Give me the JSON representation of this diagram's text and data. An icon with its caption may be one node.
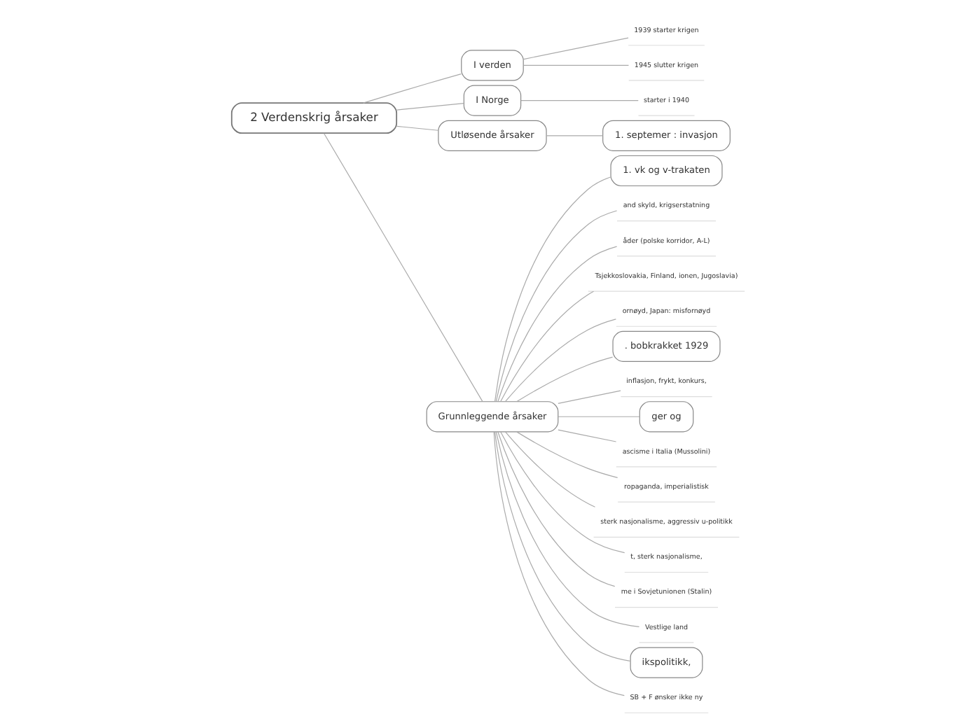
{
  "diagram": {
    "nodes": [
      {
        "text": [
          "2 Verdenskrig årsaker"
        ]
      },
      {
        "text": [
          "I verden"
        ]
      },
      {
        "text": [
          "1939 starter krigen"
        ]
      },
      {
        "text": [
          "1945 slutter krigen"
        ]
      },
      {
        "text": [
          "I Norge"
        ]
      },
      {
        "text": [
          "starter i 1940"
        ]
      },
      {
        "text": [
          "Utløsende årsaker"
        ]
      },
      {
        "text": [
          "1. septemer : invasjon"
        ]
      },
      {
        "text": [
          "Grunnleggende årsaker"
        ]
      },
      {
        "text": [
          "1. vk og v-trakaten"
        ]
      },
      {
        "text": [
          "and skyld, krigserstatning"
        ]
      },
      {
        "text": [
          "åder (polske korridor, A-L)"
        ]
      },
      {
        "text": [
          "Tsjekkoslovakia, Finland, ionen, Jugoslavia)"
        ]
      },
      {
        "text": [
          "ornøyd, Japan: misfornøyd"
        ]
      },
      {
        "text": [
          ". bobkrakket 1929"
        ]
      },
      {
        "text": [
          "inflasjon, frykt, konkurs,"
        ]
      },
      {
        "text": [
          "ger og"
        ]
      },
      {
        "text": [
          "ascisme i Italia (Mussolini)"
        ]
      },
      {
        "text": [
          "ropaganda, imperialistisk"
        ]
      },
      {
        "text": [
          "sterk nasjonalisme, aggressiv u-politikk"
        ]
      },
      {
        "text": [
          "t, sterk nasjonalisme,"
        ]
      },
      {
        "text": [
          "me i Sovjetunionen (Stalin)"
        ]
      },
      {
        "text": [
          "Vestlige land"
        ]
      },
      {
        "text": [
          "ikspolitikk,"
        ]
      },
      {
        "text": [
          "SB + F ønsker ikke ny"
        ]
      }
    ],
    "edges": [
      {
        "from": 0,
        "to": 1,
        "arrow": "none"
      },
      {
        "from": 1,
        "to": 2,
        "arrow": "none"
      },
      {
        "from": 1,
        "to": 3,
        "arrow": "none"
      },
      {
        "from": 0,
        "to": 4,
        "arrow": "none"
      },
      {
        "from": 4,
        "to": 5,
        "arrow": "none"
      },
      {
        "from": 0,
        "to": 6,
        "arrow": "none"
      },
      {
        "from": 6,
        "to": 7,
        "arrow": "none"
      },
      {
        "from": 0,
        "to": 8,
        "arrow": "none"
      },
      {
        "from": 8,
        "to": 9,
        "arrow": "none"
      },
      {
        "from": 8,
        "to": 10,
        "arrow": "none"
      },
      {
        "from": 8,
        "to": 11,
        "arrow": "none"
      },
      {
        "from": 8,
        "to": 12,
        "arrow": "none"
      },
      {
        "from": 8,
        "to": 13,
        "arrow": "none"
      },
      {
        "from": 8,
        "to": 14,
        "arrow": "none"
      },
      {
        "from": 8,
        "to": 15,
        "arrow": "none"
      },
      {
        "from": 8,
        "to": 16,
        "arrow": "none"
      },
      {
        "from": 8,
        "to": 17,
        "arrow": "none"
      },
      {
        "from": 8,
        "to": 18,
        "arrow": "none"
      },
      {
        "from": 8,
        "to": 19,
        "arrow": "none"
      },
      {
        "from": 8,
        "to": 20,
        "arrow": "none"
      },
      {
        "from": 8,
        "to": 21,
        "arrow": "none"
      },
      {
        "from": 8,
        "to": 22,
        "arrow": "none"
      },
      {
        "from": 8,
        "to": 23,
        "arrow": "none"
      },
      {
        "from": 8,
        "to": 24,
        "arrow": "none"
      }
    ]
  }
}
